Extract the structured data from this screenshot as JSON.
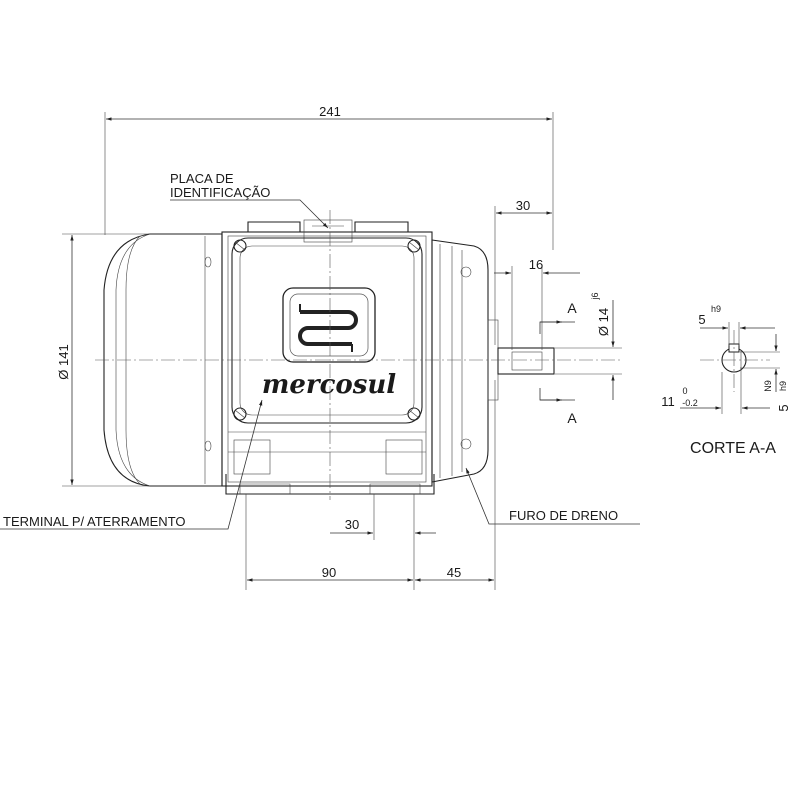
{
  "dimensions": {
    "overall_length": "241",
    "height_diameter": "Ø 141",
    "shaft_length": "30",
    "key_length": "16",
    "shaft_diameter": "Ø 14",
    "shaft_tolerance": "j6",
    "foot_hole": "30",
    "foot_spacing": "90",
    "shaft_to_foot": "45"
  },
  "callouts": {
    "nameplate_line1": "PLACA DE",
    "nameplate_line2": "IDENTIFICAÇÃO",
    "ground_terminal": "TERMINAL P/ ATERRAMENTO",
    "drain_hole": "FURO DE DRENO"
  },
  "section": {
    "marker": "A",
    "title": "CORTE A-A",
    "key_width": "5",
    "key_width_tol": "h9",
    "key_depth": "11",
    "key_depth_tol_upper": "0",
    "key_depth_tol_lower": "-0.2",
    "keyway_tol_1": "N9",
    "keyway_tol_2": "h9",
    "keyway_width": "5"
  },
  "brand": "mercosul"
}
